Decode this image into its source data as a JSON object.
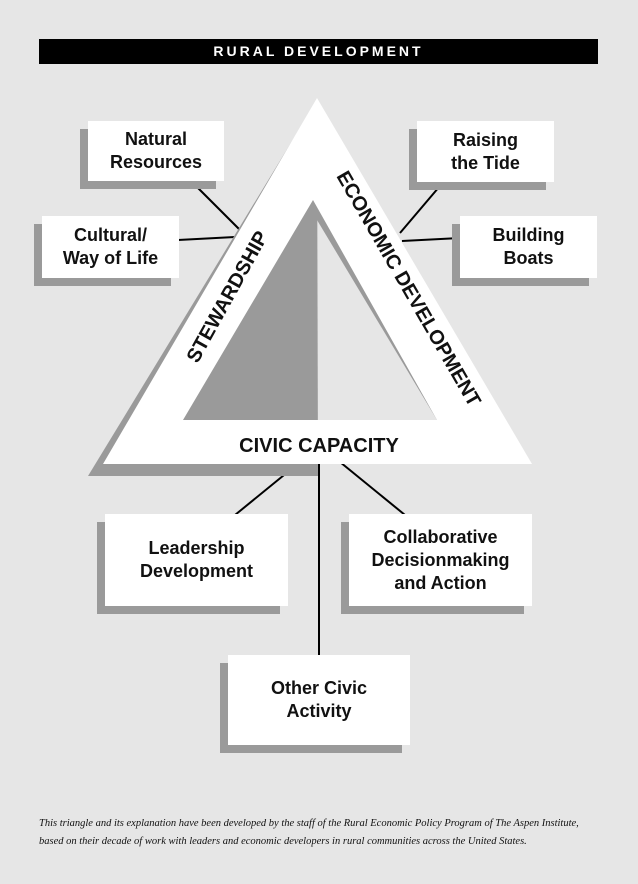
{
  "header": {
    "title": "RURAL DEVELOPMENT"
  },
  "triangle": {
    "left_side": "STEWARDSHIP",
    "right_side": "ECONOMIC DEVELOPMENT",
    "base": "CIVIC CAPACITY"
  },
  "boxes": {
    "natural_resources": "Natural\nResources",
    "cultural": "Cultural/\nWay of Life",
    "raising_tide": "Raising\nthe Tide",
    "building_boats": "Building\nBoats",
    "leadership": "Leadership\nDevelopment",
    "collaborative": "Collaborative\nDecisionmaking\nand Action",
    "other_civic": "Other Civic\nActivity"
  },
  "caption": "This triangle and its explanation have been developed by the staff of the Rural Economic Policy Program of The Aspen Institute, based on their decade of work with leaders and economic developers in rural communities across the United States."
}
